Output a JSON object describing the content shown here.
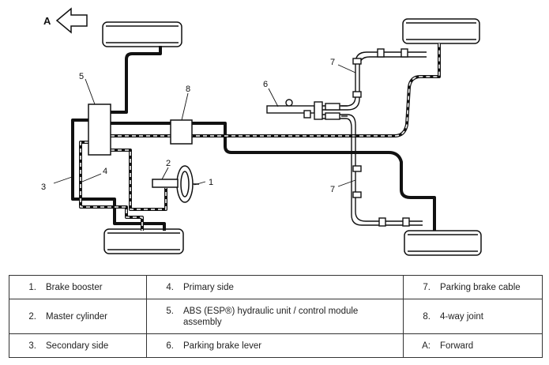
{
  "diagram": {
    "direction_letter": "A",
    "callouts": [
      "1",
      "2",
      "3",
      "4",
      "5",
      "6",
      "7",
      "7",
      "8"
    ]
  },
  "legend": {
    "rows": [
      [
        {
          "num": "1.",
          "label": "Brake booster"
        },
        {
          "num": "4.",
          "label": "Primary side"
        },
        {
          "num": "7.",
          "label": "Parking brake cable"
        }
      ],
      [
        {
          "num": "2.",
          "label": "Master cylinder"
        },
        {
          "num": "5.",
          "label": "ABS (ESP®) hydraulic unit / control module assembly"
        },
        {
          "num": "8.",
          "label": "4-way joint"
        }
      ],
      [
        {
          "num": "3.",
          "label": "Secondary side"
        },
        {
          "num": "6.",
          "label": "Parking brake lever"
        },
        {
          "num": "A:",
          "label": "Forward"
        }
      ]
    ]
  }
}
